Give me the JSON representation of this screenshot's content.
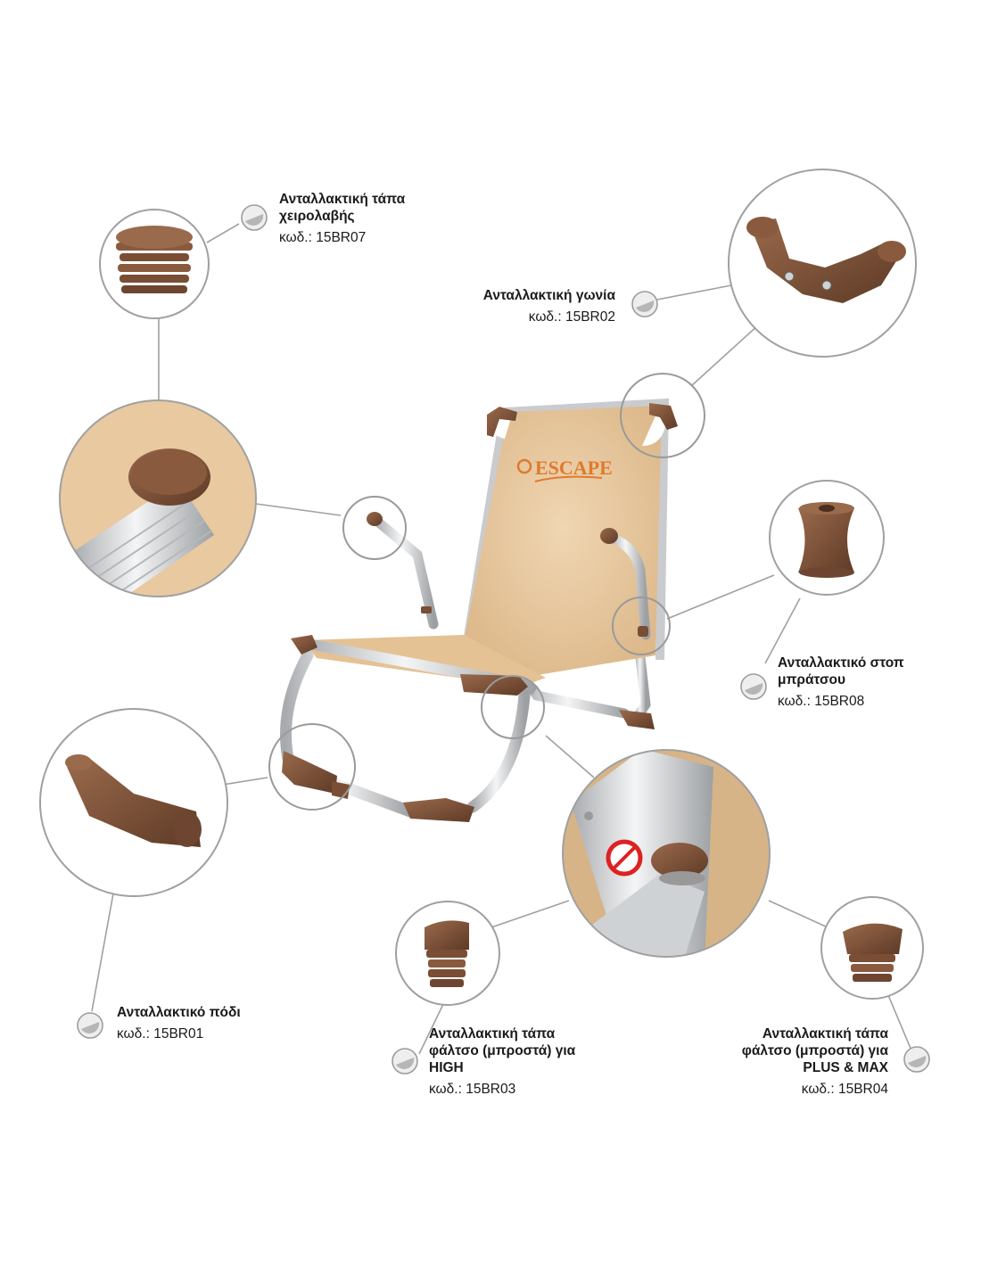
{
  "brand": {
    "logo_text": "ESCAPE"
  },
  "parts": [
    {
      "id": "15BR07",
      "title_lines": [
        "Ανταλλακτική τάπα",
        "χειρολαβής"
      ],
      "code": "κωδ.: 15BR07"
    },
    {
      "id": "15BR02",
      "title_lines": [
        "Ανταλλακτική γωνία"
      ],
      "code": "κωδ.: 15BR02"
    },
    {
      "id": "15BR08",
      "title_lines": [
        "Ανταλλακτικό στοπ",
        "μπράτσου"
      ],
      "code": "κωδ.: 15BR08"
    },
    {
      "id": "15BR01",
      "title_lines": [
        "Ανταλλακτικό πόδι"
      ],
      "code": "κωδ.: 15BR01"
    },
    {
      "id": "15BR03",
      "title_lines": [
        "Ανταλλακτική τάπα",
        "φάλτσο (μπροστά) για",
        "HIGH"
      ],
      "code": "κωδ.: 15BR03"
    },
    {
      "id": "15BR04",
      "title_lines": [
        "Ανταλλακτική τάπα",
        "φάλτσο (μπροστά) για",
        "PLUS & MAX"
      ],
      "code": "κωδ.: 15BR04"
    }
  ],
  "colors": {
    "fabric": "#e9c9a0",
    "brown": "#7a4e35",
    "frame": "#d8dadc",
    "logo": "#e07a2e",
    "ring": "#9a9a9a"
  }
}
